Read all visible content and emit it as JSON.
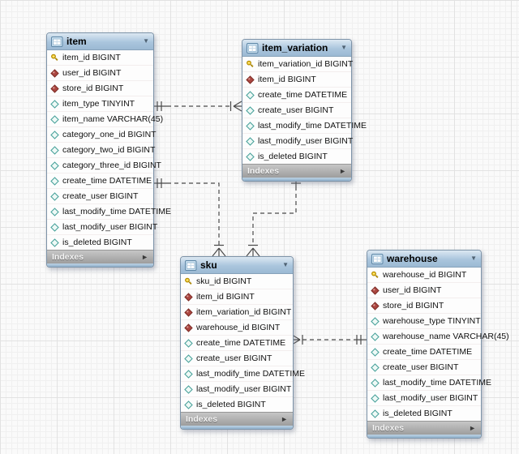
{
  "diagram": {
    "indexes_label": "Indexes",
    "colors": {
      "table_header_blue": "#aac5dd",
      "footer_gray": "#9d9d9d",
      "primary_key_yellow": "#f0c41b",
      "foreign_key_red": "#b0413e",
      "column_teal": "#4aa39c",
      "relationship_line": "#4a4a4a"
    }
  },
  "tables": [
    {
      "title": "item",
      "indexes_label": "Indexes",
      "columns": [
        {
          "icon": "pk",
          "label": "item_id BIGINT"
        },
        {
          "icon": "fk",
          "label": "user_id BIGINT"
        },
        {
          "icon": "fk",
          "label": "store_id BIGINT"
        },
        {
          "icon": "col",
          "label": "item_type TINYINT"
        },
        {
          "icon": "col",
          "label": "item_name VARCHAR(45)"
        },
        {
          "icon": "col",
          "label": "category_one_id BIGINT"
        },
        {
          "icon": "col",
          "label": "category_two_id BIGINT"
        },
        {
          "icon": "col",
          "label": "category_three_id BIGINT"
        },
        {
          "icon": "col",
          "label": "create_time DATETIME"
        },
        {
          "icon": "col",
          "label": "create_user BIGINT"
        },
        {
          "icon": "col",
          "label": "last_modify_time DATETIME"
        },
        {
          "icon": "col",
          "label": "last_modify_user BIGINT"
        },
        {
          "icon": "col",
          "label": "is_deleted BIGINT"
        }
      ]
    },
    {
      "title": "item_variation",
      "indexes_label": "Indexes",
      "columns": [
        {
          "icon": "pk",
          "label": "item_variation_id BIGINT"
        },
        {
          "icon": "fk",
          "label": "item_id BIGINT"
        },
        {
          "icon": "col",
          "label": "create_time DATETIME"
        },
        {
          "icon": "col",
          "label": "create_user BIGINT"
        },
        {
          "icon": "col",
          "label": "last_modify_time DATETIME"
        },
        {
          "icon": "col",
          "label": "last_modify_user BIGINT"
        },
        {
          "icon": "col",
          "label": "is_deleted BIGINT"
        }
      ]
    },
    {
      "title": "sku",
      "indexes_label": "Indexes",
      "columns": [
        {
          "icon": "pk",
          "label": "sku_id BIGINT"
        },
        {
          "icon": "fk",
          "label": "item_id BIGINT"
        },
        {
          "icon": "fk",
          "label": "item_variation_id BIGINT"
        },
        {
          "icon": "fk",
          "label": "warehouse_id BIGINT"
        },
        {
          "icon": "col",
          "label": "create_time DATETIME"
        },
        {
          "icon": "col",
          "label": "create_user BIGINT"
        },
        {
          "icon": "col",
          "label": "last_modify_time DATETIME"
        },
        {
          "icon": "col",
          "label": "last_modify_user BIGINT"
        },
        {
          "icon": "col",
          "label": "is_deleted BIGINT"
        }
      ]
    },
    {
      "title": "warehouse",
      "indexes_label": "Indexes",
      "columns": [
        {
          "icon": "pk",
          "label": "warehouse_id BIGINT"
        },
        {
          "icon": "fk",
          "label": "user_id BIGINT"
        },
        {
          "icon": "fk",
          "label": "store_id BIGINT"
        },
        {
          "icon": "col",
          "label": "warehouse_type TINYINT"
        },
        {
          "icon": "col",
          "label": "warehouse_name VARCHAR(45)"
        },
        {
          "icon": "col",
          "label": "create_time DATETIME"
        },
        {
          "icon": "col",
          "label": "create_user BIGINT"
        },
        {
          "icon": "col",
          "label": "last_modify_time DATETIME"
        },
        {
          "icon": "col",
          "label": "last_modify_user BIGINT"
        },
        {
          "icon": "col",
          "label": "is_deleted BIGINT"
        }
      ]
    }
  ],
  "relationships": [
    {
      "from_table": "item",
      "to_table": "item_variation",
      "cardinality": "one-to-many",
      "line_style": "dashed"
    },
    {
      "from_table": "item",
      "to_table": "sku",
      "cardinality": "one-to-many",
      "line_style": "dashed"
    },
    {
      "from_table": "item_variation",
      "to_table": "sku",
      "cardinality": "one-to-many",
      "line_style": "dashed"
    },
    {
      "from_table": "warehouse",
      "to_table": "sku",
      "cardinality": "one-to-many",
      "line_style": "dashed"
    }
  ]
}
